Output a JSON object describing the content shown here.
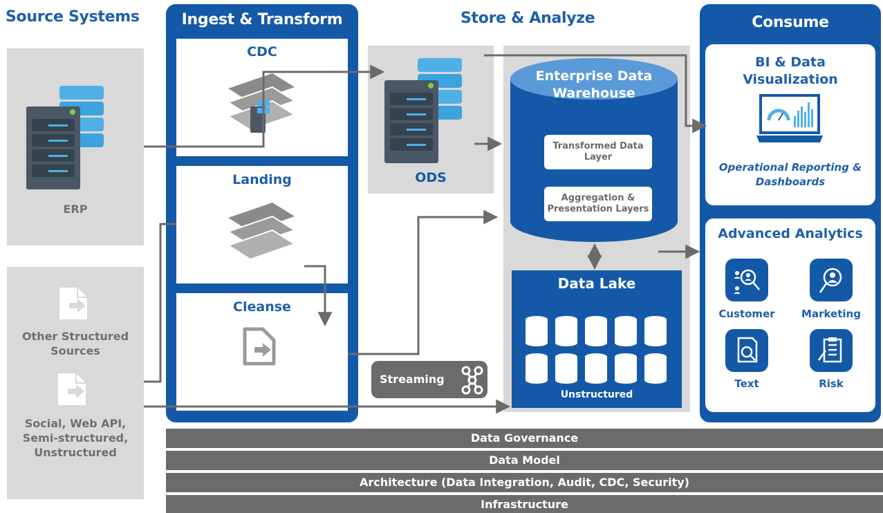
{
  "headers": {
    "source": "Source Systems",
    "ingest": "Ingest & Transform",
    "store": "Store & Analyze",
    "consume": "Consume"
  },
  "source_systems": {
    "erp": "ERP",
    "other": "Other Structured Sources",
    "social": "Social, Web API, Semi-structured, Unstructured"
  },
  "ingest_stages": {
    "cdc": "CDC",
    "landing": "Landing",
    "cleanse": "Cleanse"
  },
  "store": {
    "ods": "ODS",
    "streaming": "Streaming",
    "edw_title": "Enterprise Data Warehouse",
    "edw_layer1": "Transformed Data Layer",
    "edw_layer2": "Aggregation & Presentation Layers",
    "lake_title": "Data Lake",
    "lake_caption": "Unstructured"
  },
  "consume": {
    "bi_title": "BI & Data Visualization",
    "bi_caption": "Operational Reporting & Dashboards",
    "aa_title": "Advanced Analytics",
    "tiles": [
      "Customer",
      "Marketing",
      "Text",
      "Risk"
    ]
  },
  "foundation": [
    "Data Governance",
    "Data Model",
    "Architecture (Data Integration, Audit, CDC, Security)",
    "Infrastructure"
  ],
  "colors": {
    "brand_blue": "#1459a8",
    "light_blue": "#4fb0e8",
    "grey_panel": "#d9d9d9",
    "band_grey": "#6b6b6b"
  }
}
